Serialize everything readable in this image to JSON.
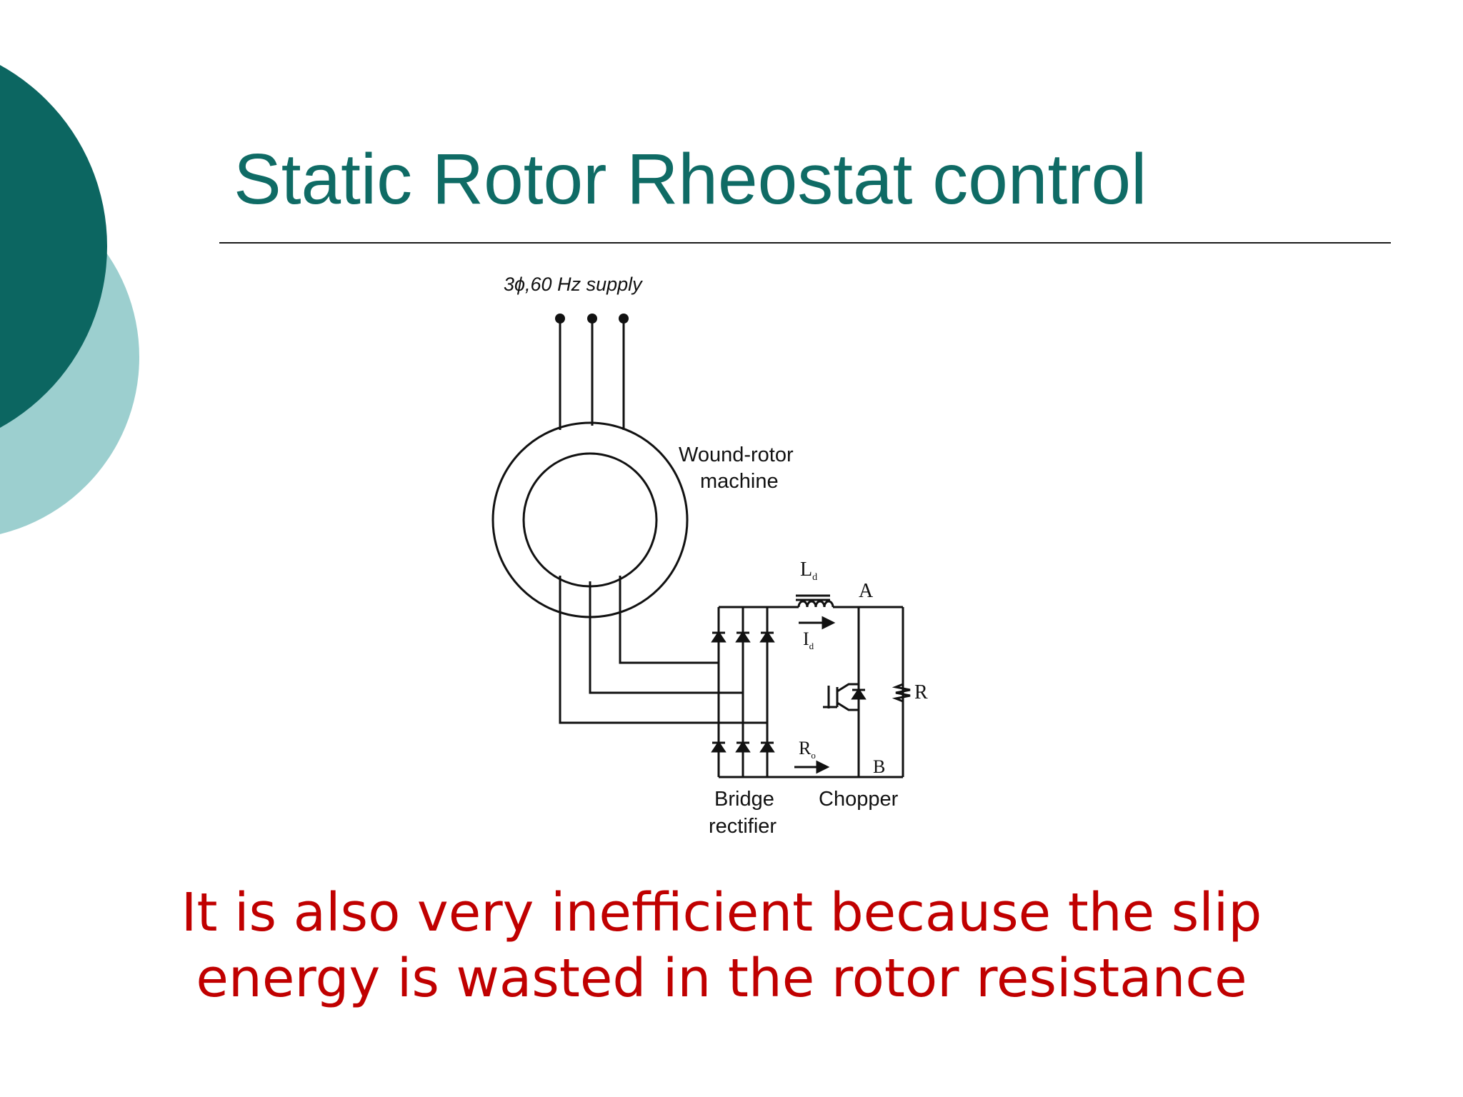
{
  "slide": {
    "title": "Static Rotor Rheostat control",
    "caption_line1": "It is also very inefficient because the slip",
    "caption_line2": "energy is wasted in the rotor resistance"
  },
  "diagram": {
    "supply_label": "3ϕ,60 Hz supply",
    "machine_label_line1": "Wound-rotor",
    "machine_label_line2": "machine",
    "inductor_label": "L",
    "inductor_subscript": "d",
    "current_label": "I",
    "current_subscript": "d",
    "node_a_label": "A",
    "node_b_label": "B",
    "resistor_label": "R",
    "equiv_resistance_label": "R",
    "equiv_resistance_subscript": "o",
    "rectifier_label_line1": "Bridge",
    "rectifier_label_line2": "rectifier",
    "chopper_label": "Chopper"
  },
  "colors": {
    "title": "#0f6b65",
    "caption": "#c00000",
    "circle_dark": "#0c6661",
    "circle_light": "#9ccfcf",
    "line": "#111111"
  }
}
